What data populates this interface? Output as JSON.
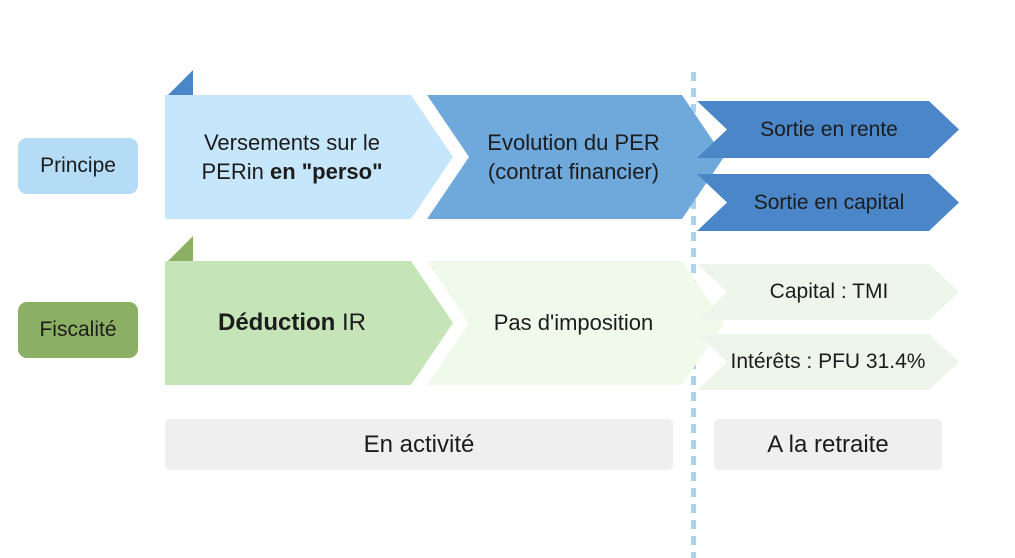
{
  "rows": {
    "principe": {
      "label": "Principe",
      "color": "#b4dcf6",
      "steps": [
        {
          "name": "versements",
          "line1": "Versements sur le",
          "line2_plain": "PERin ",
          "line2_bold": "en \"perso\"",
          "color": "#c6e6fb"
        },
        {
          "name": "evolution",
          "line1": "Evolution du PER",
          "line2": "(contrat financier)",
          "color": "#6fa9dc"
        }
      ],
      "outcomes": [
        {
          "name": "sortie-rente",
          "label": "Sortie en rente",
          "color": "#4a86c8"
        },
        {
          "name": "sortie-capital",
          "label": "Sortie en capital",
          "color": "#4a86c8"
        }
      ]
    },
    "fiscalite": {
      "label": "Fiscalité",
      "color": "#8cb063",
      "steps": [
        {
          "name": "deduction",
          "text_bold": "Déduction",
          "text_plain": " IR",
          "color": "#c5e4b7"
        },
        {
          "name": "pas-imposition",
          "label": "Pas d'imposition",
          "color": "#effaea"
        }
      ],
      "outcomes": [
        {
          "name": "capital-tmi",
          "label": "Capital : TMI",
          "color": "#eef6eb"
        },
        {
          "name": "interets-pfu",
          "label": "Intérêts : PFU 31.4%",
          "color": "#eef6eb"
        }
      ]
    }
  },
  "phases": [
    {
      "name": "en-activite",
      "label": "En activité",
      "color": "#efefef"
    },
    {
      "name": "a-la-retraite",
      "label": "A la retraite",
      "color": "#efefef"
    }
  ],
  "divider": {
    "name": "phase-divider",
    "color": "#a9d3f0",
    "style": "dashed-vertical"
  }
}
